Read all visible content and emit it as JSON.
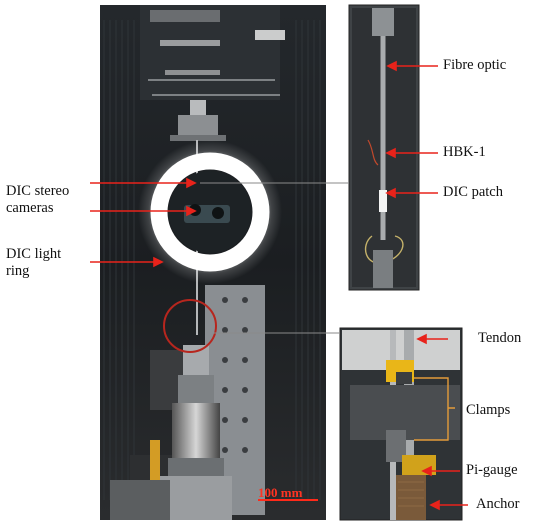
{
  "labels": {
    "dic_cameras_line1": "DIC stereo",
    "dic_cameras_line2": "cameras",
    "dic_ring_line1": "DIC light",
    "dic_ring_line2": "ring",
    "fibre_optic": "Fibre optic",
    "hbk1": "HBK-1",
    "dic_patch": "DIC patch",
    "tendon": "Tendon",
    "clamps": "Clamps",
    "pi_gauge": "Pi-gauge",
    "anchor": "Anchor"
  },
  "scale_bar": {
    "text": "100 mm"
  },
  "colors": {
    "arrow_red": "#e8231b",
    "bracket_orange": "#e39b3a",
    "callout_circle": "#b7261e",
    "ring_light": "#ffffff",
    "clamp_yellow": "#e9b618"
  }
}
